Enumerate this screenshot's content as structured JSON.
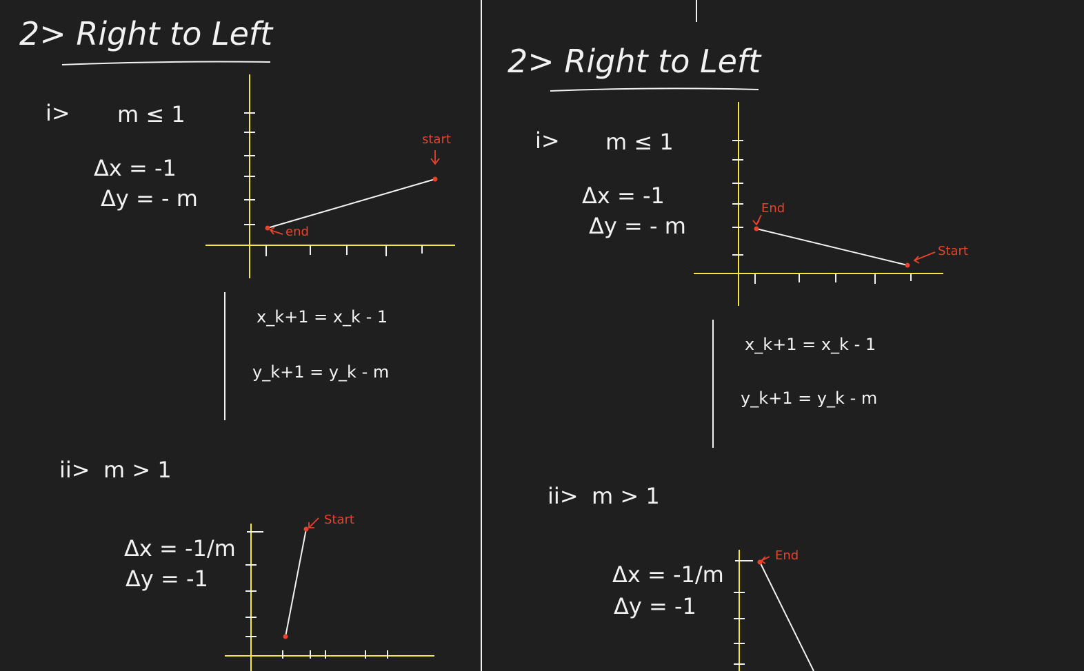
{
  "colors": {
    "background": "#1f1f1f",
    "ink": "#f2f2f2",
    "axis": "#f5e642",
    "accent": "#e8432c"
  },
  "panels": [
    {
      "title": "2> Right to Left",
      "case1": {
        "label": "i>",
        "condition": "m ≤ 1",
        "dx": "Δx = -1",
        "dy": "Δy = - m",
        "start_label": "start",
        "end_label": "end",
        "eq1": "x_k+1 = x_k - 1",
        "eq2": "y_k+1 = y_k - m"
      },
      "case2": {
        "label": "ii>",
        "condition": "m > 1",
        "dx": "Δx = -1/m",
        "dy": "Δy = -1",
        "start_label": "Start"
      }
    },
    {
      "title": "2> Right to Left",
      "case1": {
        "label": "i>",
        "condition": "m ≤ 1",
        "dx": "Δx = -1",
        "dy": "Δy = - m",
        "start_label": "Start",
        "end_label": "End",
        "eq1": "x_k+1 = x_k - 1",
        "eq2": "y_k+1 = y_k - m"
      },
      "case2": {
        "label": "ii>",
        "condition": "m > 1",
        "dx": "Δx = -1/m",
        "dy": "Δy = -1",
        "end_label": "End"
      }
    }
  ]
}
